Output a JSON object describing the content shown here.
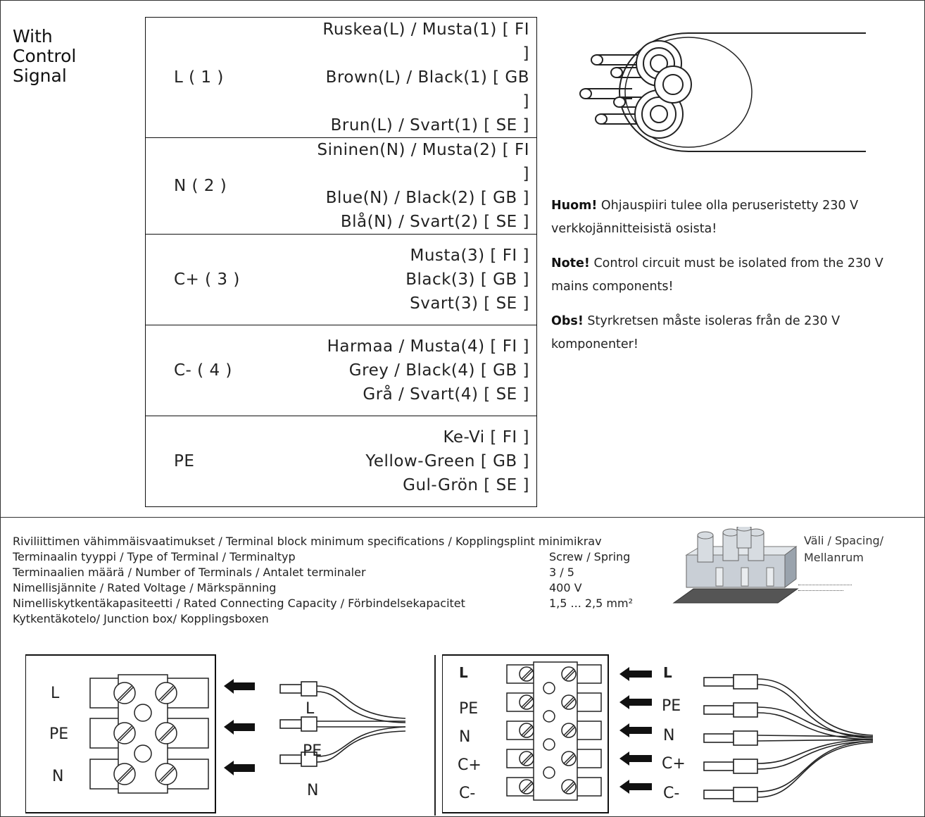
{
  "section_title": [
    "With",
    "Control",
    "Signal"
  ],
  "wire_table": [
    {
      "label": "L ( 1 )",
      "colors": [
        "Ruskea(L) / Musta(1) [ FI ]",
        "Brown(L) / Black(1) [ GB ]",
        "Brun(L) / Svart(1) [ SE ]"
      ]
    },
    {
      "label": "N ( 2 )",
      "colors": [
        "Sininen(N) / Musta(2) [ FI ]",
        "Blue(N) / Black(2) [ GB ]",
        "Blå(N) / Svart(2) [ SE ]"
      ]
    },
    {
      "label": "C+ ( 3 )",
      "colors": [
        "Musta(3) [ FI ]",
        "Black(3) [ GB ]",
        "Svart(3) [ SE ]"
      ]
    },
    {
      "label": "C- ( 4 )",
      "colors": [
        "Harmaa / Musta(4) [ FI ]",
        "Grey / Black(4) [ GB ]",
        "Grå / Svart(4) [ SE ]"
      ]
    },
    {
      "label": "PE",
      "colors": [
        "Ke-Vi [ FI ]",
        "Yellow-Green [ GB ]",
        "Gul-Grön [ SE ]"
      ]
    }
  ],
  "notes": [
    {
      "lead": "Huom!",
      "text": " Ohjauspiiri tulee olla peruseristetty 230 V verkkojännitteisistä osista!"
    },
    {
      "lead": "Note!",
      "text": " Control circuit must be isolated from the 230 V mains components!"
    },
    {
      "lead": "Obs!",
      "text": " Styrkretsen måste isoleras från de 230 V komponenter!"
    }
  ],
  "specs": {
    "heading": "Riviliittimen vähimmäisvaatimukset / Terminal block minimum specifications / Kopplingsplint minimikrav",
    "rows": [
      {
        "name": "Terminaalin tyyppi / Type of Terminal / Terminaltyp",
        "value": "Screw / Spring"
      },
      {
        "name": "Terminaalien määrä / Number of Terminals / Antalet terminaler",
        "value": "3 / 5"
      },
      {
        "name": "Nimellisjännite / Rated Voltage / Märkspänning",
        "value": "400 V"
      },
      {
        "name": "Nimelliskytkentäkapasiteetti / Rated Connecting Capacity / Förbindelsekapacitet",
        "value": "1,5 ... 2,5 mm²"
      }
    ],
    "footer": "Kytkentäkotelo/ Junction box/ Kopplingsboxen"
  },
  "spacing_label": [
    "Väli / Spacing/",
    "Mellanrum"
  ],
  "diagram_3": {
    "terminal_labels": [
      "L",
      "PE",
      "N"
    ],
    "wire_labels": [
      "L",
      "PE",
      "N"
    ]
  },
  "diagram_5": {
    "terminal_labels": [
      "L",
      "PE",
      "N",
      "C+",
      "C-"
    ],
    "wire_labels": [
      "L",
      "PE",
      "N",
      "C+",
      "C-"
    ]
  },
  "colors": {
    "line": "#222222",
    "fill": "#ffffff",
    "ink": "#111111"
  }
}
